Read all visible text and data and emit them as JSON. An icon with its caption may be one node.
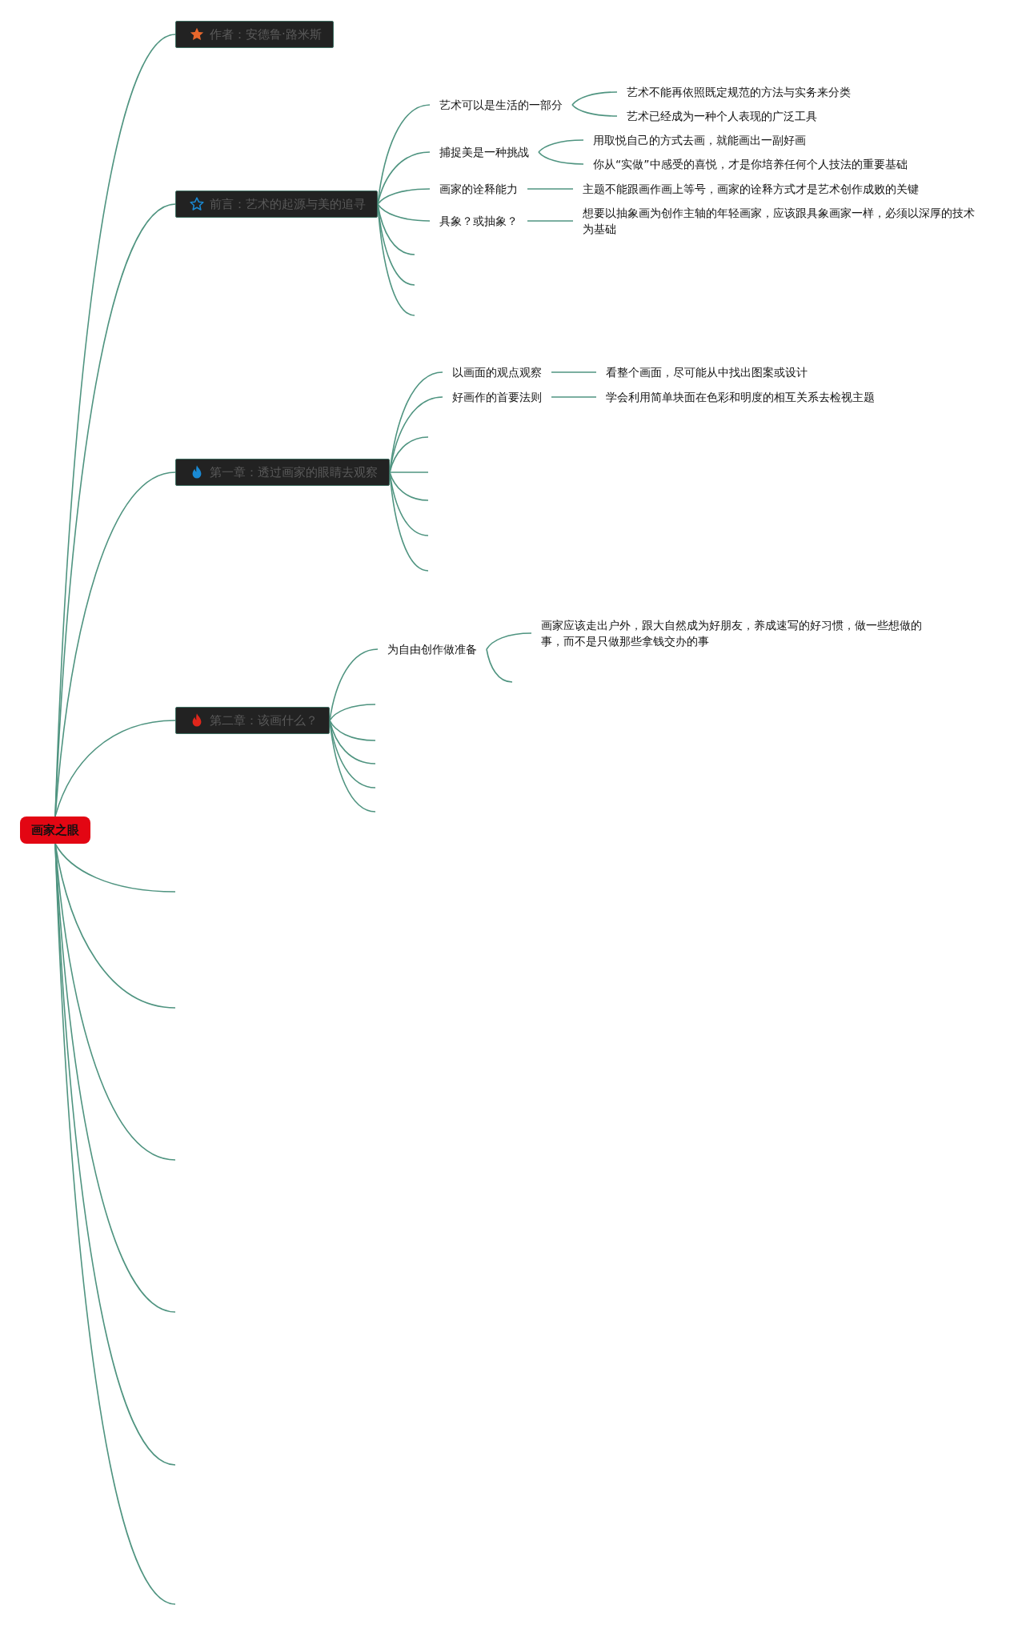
{
  "diagram": {
    "nodes": [
      {
        "text": [
          "画家之眼"
        ]
      },
      {
        "text": [
          "作者：安德鲁·路米斯"
        ]
      },
      {
        "text": [
          "前言：艺术的起源与美的追寻"
        ]
      },
      {
        "text": [
          "艺术可以是生活的一部分"
        ]
      },
      {
        "text": [
          "艺术不能再依照既定规范的方法与实务来分类"
        ]
      },
      {
        "text": [
          "艺术已经成为一种个人表现的广泛工具"
        ]
      },
      {
        "text": [
          "捕捉美是一种挑战"
        ]
      },
      {
        "text": [
          "用取悦自己的方式去画，就能画出一副好画"
        ]
      },
      {
        "text": [
          "你从“实做”中感受的喜悦，才是你培养任何个人技法的重要基础"
        ]
      },
      {
        "text": [
          "画家的诠释能力"
        ]
      },
      {
        "text": [
          "主题不能跟画作画上等号，画家的诠释方式才是艺术创作成败的关键"
        ]
      },
      {
        "text": [
          "具象？或抽象？"
        ]
      },
      {
        "text": [
          "想要以抽象画为创作主轴的年轻画家，应该跟具象画家一样，必须以深厚的技术为基础"
        ]
      },
      {
        "text": [
          "第一章：透过画家的眼睛去观察"
        ]
      },
      {
        "text": [
          "以画面的观点观察"
        ]
      },
      {
        "text": [
          "看整个画面，尽可能从中找出图案或设计"
        ]
      },
      {
        "text": [
          "好画作的首要法则"
        ]
      },
      {
        "text": [
          "学会利用简单块面在色彩和明度的相互关系去检视主题"
        ]
      },
      {
        "text": [
          "第二章：该画什么？"
        ]
      },
      {
        "text": [
          "为自由创作做准备"
        ]
      },
      {
        "text": [
          "画家应该走出户外，跟大自然成为好朋友，养成速写的好习惯，做一些想做的事，而不是只做那些拿钱交办的事"
        ]
      }
    ],
    "edges": [
      {
        "from": 0,
        "to": 1,
        "arrow": "none"
      },
      {
        "from": 0,
        "to": 2,
        "arrow": "none"
      },
      {
        "from": 0,
        "to": 13,
        "arrow": "none"
      },
      {
        "from": 0,
        "to": 18,
        "arrow": "none"
      },
      {
        "from": 0,
        "to": null,
        "arrow": "none"
      },
      {
        "from": 0,
        "to": null,
        "arrow": "none"
      },
      {
        "from": 0,
        "to": null,
        "arrow": "none"
      },
      {
        "from": 0,
        "to": null,
        "arrow": "none"
      },
      {
        "from": 0,
        "to": null,
        "arrow": "none"
      },
      {
        "from": 0,
        "to": null,
        "arrow": "none"
      },
      {
        "from": 2,
        "to": 3,
        "arrow": "none"
      },
      {
        "from": 2,
        "to": 6,
        "arrow": "none"
      },
      {
        "from": 2,
        "to": 9,
        "arrow": "none"
      },
      {
        "from": 2,
        "to": 11,
        "arrow": "none"
      },
      {
        "from": 2,
        "to": null,
        "arrow": "none"
      },
      {
        "from": 2,
        "to": null,
        "arrow": "none"
      },
      {
        "from": 2,
        "to": null,
        "arrow": "none"
      },
      {
        "from": 3,
        "to": 4,
        "arrow": "none"
      },
      {
        "from": 3,
        "to": 5,
        "arrow": "none"
      },
      {
        "from": 6,
        "to": 7,
        "arrow": "none"
      },
      {
        "from": 6,
        "to": 8,
        "arrow": "none"
      },
      {
        "from": 9,
        "to": 10,
        "arrow": "none"
      },
      {
        "from": 11,
        "to": 12,
        "arrow": "none"
      },
      {
        "from": 13,
        "to": 14,
        "arrow": "none"
      },
      {
        "from": 13,
        "to": 16,
        "arrow": "none"
      },
      {
        "from": 13,
        "to": null,
        "arrow": "none"
      },
      {
        "from": 13,
        "to": null,
        "arrow": "none"
      },
      {
        "from": 13,
        "to": null,
        "arrow": "none"
      },
      {
        "from": 13,
        "to": null,
        "arrow": "none"
      },
      {
        "from": 13,
        "to": null,
        "arrow": "none"
      },
      {
        "from": 14,
        "to": 15,
        "arrow": "none"
      },
      {
        "from": 16,
        "to": 17,
        "arrow": "none"
      },
      {
        "from": 18,
        "to": 19,
        "arrow": "none"
      },
      {
        "from": 18,
        "to": null,
        "arrow": "none"
      },
      {
        "from": 18,
        "to": null,
        "arrow": "none"
      },
      {
        "from": 18,
        "to": null,
        "arrow": "none"
      },
      {
        "from": 18,
        "to": null,
        "arrow": "none"
      },
      {
        "from": 18,
        "to": null,
        "arrow": "none"
      },
      {
        "from": 19,
        "to": 20,
        "arrow": "none"
      },
      {
        "from": 19,
        "to": null,
        "arrow": "none"
      }
    ]
  }
}
